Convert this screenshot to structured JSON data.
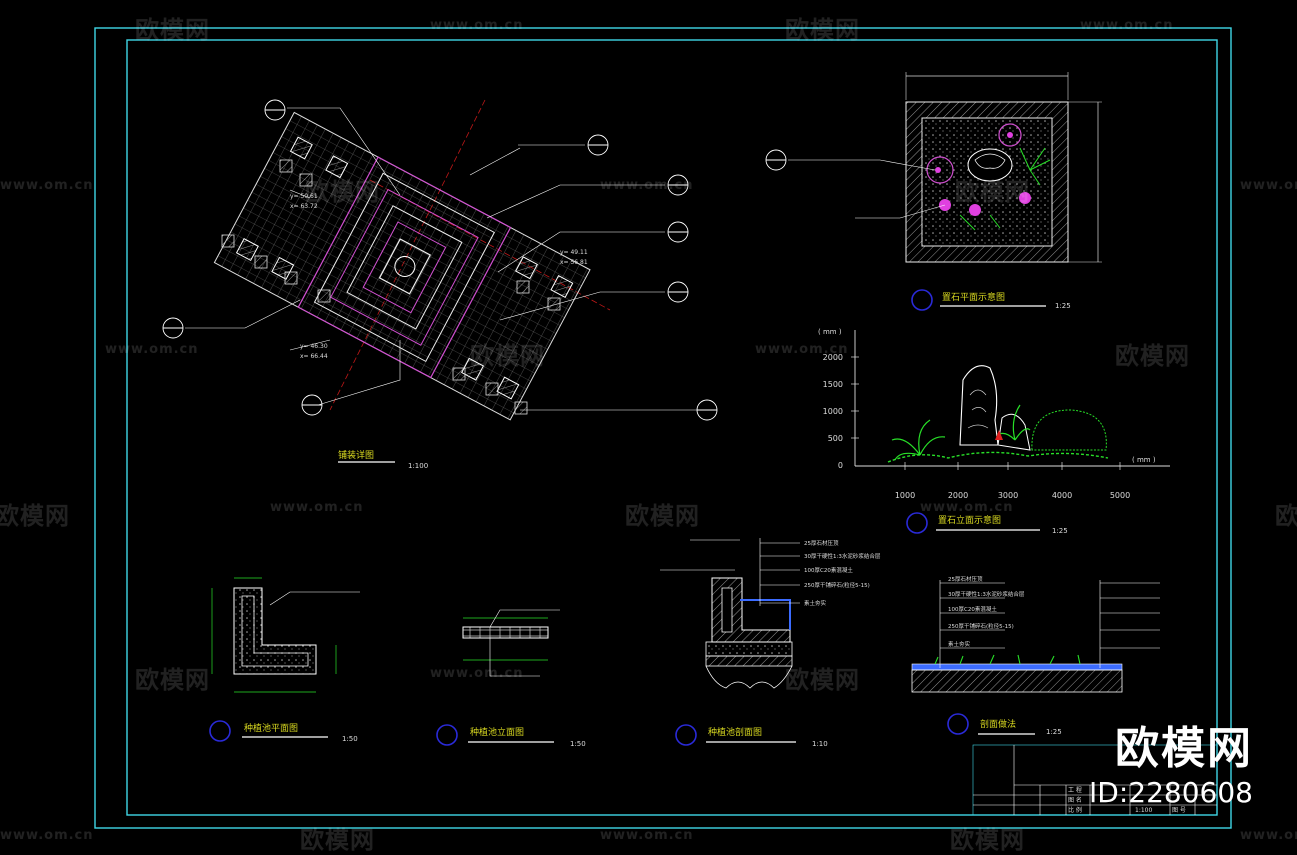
{
  "watermark": {
    "brand": "欧模网",
    "url": "www.om.cn"
  },
  "logo": {
    "brand": "欧模网",
    "id": "ID:2280608"
  },
  "views": [
    {
      "title": "铺装详图",
      "scale": "1:100"
    },
    {
      "title": "置石平面示意图",
      "scale": "1:25"
    },
    {
      "title": "置石立面示意图",
      "scale": "1:25"
    },
    {
      "title": "种植池平面图",
      "scale": "1:50"
    },
    {
      "title": "种植池立面图",
      "scale": "1:50"
    },
    {
      "title": "种植池剖面图",
      "scale": "1:10"
    },
    {
      "title": "剖面做法",
      "scale": "1:25"
    }
  ],
  "paving_coords": {
    "a": [
      "y= 50.61",
      "x= 63.72"
    ],
    "b": [
      "y= 49.11",
      "x= 56.81"
    ],
    "c": [
      "y= 46.30",
      "x= 66.44"
    ]
  },
  "rock_elevation": {
    "y_unit": "( mm )",
    "x_unit": "( mm )",
    "y_ticks": [
      "2000",
      "1500",
      "1000",
      "500",
      "0"
    ],
    "x_ticks": [
      "1000",
      "2000",
      "3000",
      "4000",
      "5000"
    ]
  },
  "planter_section_labels": [
    "25厚石材压顶",
    "30厚干硬性1:3水泥砂浆结合层",
    "100厚C20素混凝土",
    "250厚干铺碎石(粒径5-15)",
    "素土夯实"
  ],
  "section_labels": [
    "25厚石材压顶",
    "30厚干硬性1:3水泥砂浆结合层",
    "100厚C20素混凝土",
    "250厚干铺碎石(粒径5-15)",
    "素土夯实"
  ],
  "title_block": {
    "labels": [
      "工 程",
      "图 名",
      "比 例",
      "图 号"
    ],
    "scale_value": "1:100"
  },
  "colors": {
    "frame": "#3fd7e6",
    "line_white": "#e6e6e6",
    "line_magenta": "#d04fd0",
    "line_red": "#c01818",
    "plant_green": "#28e028",
    "label_yellow": "#d8d820",
    "circle_blue": "#2a2ad8"
  }
}
